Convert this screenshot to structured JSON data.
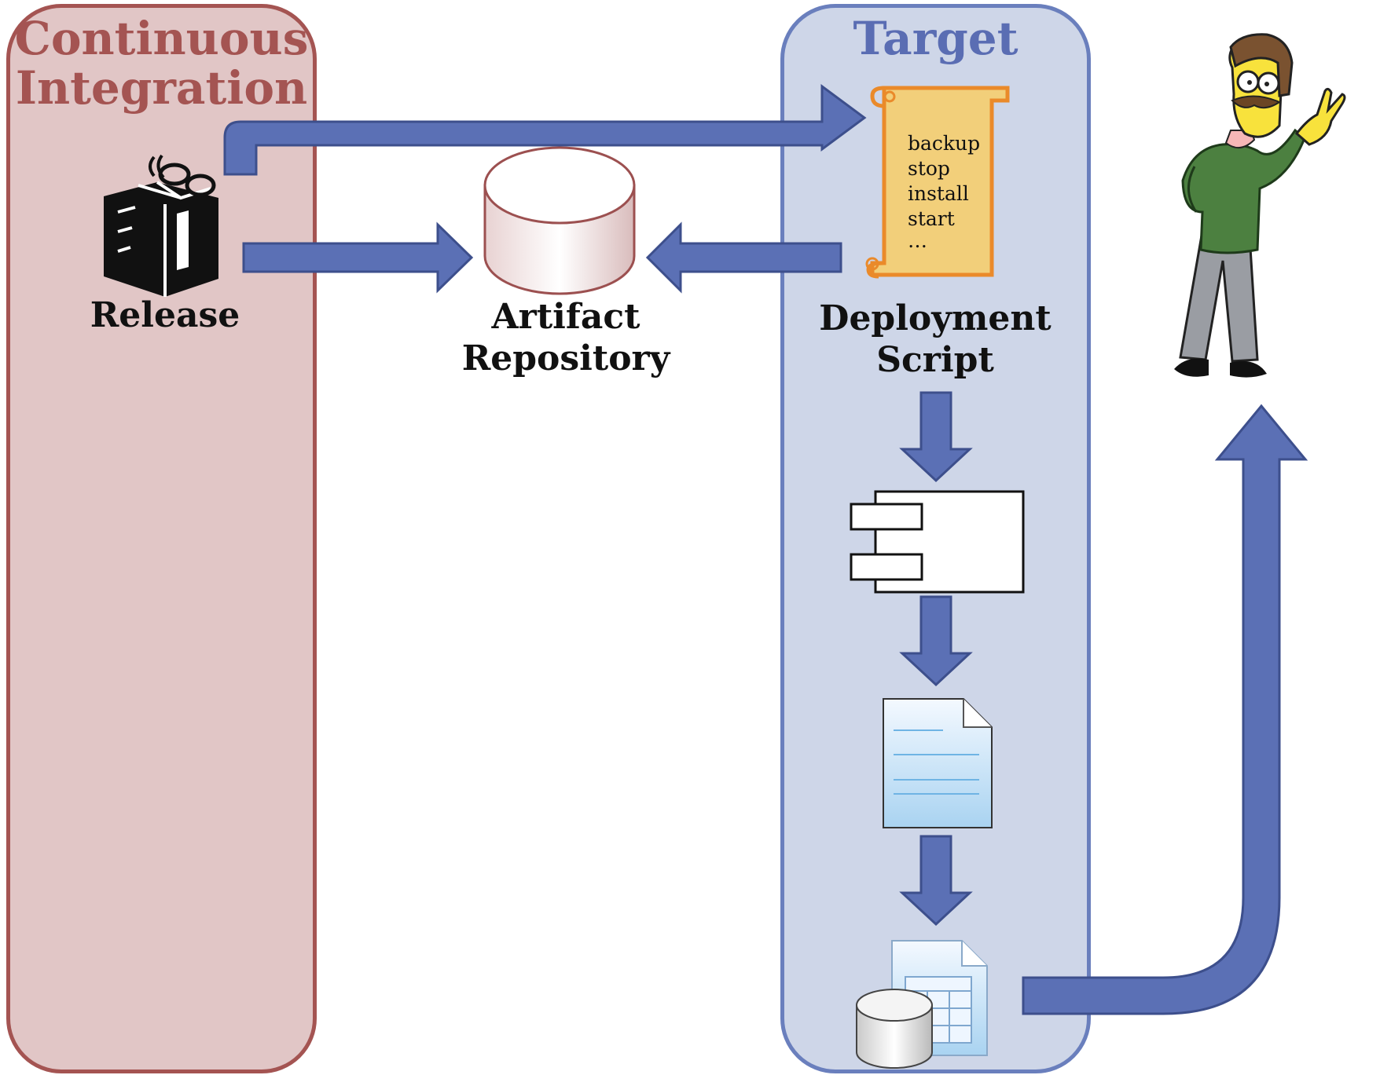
{
  "lanes": {
    "continuous_integration": {
      "title": "Continuous Integration"
    },
    "target": {
      "title": "Target"
    }
  },
  "nodes": {
    "release": {
      "label": "Release",
      "icon": "gift-box-icon"
    },
    "artifact_repository": {
      "label": "Artifact Repository",
      "icon": "database-cylinder-icon"
    },
    "deployment_script": {
      "label": "Deployment Script",
      "icon": "scroll-icon",
      "lines": [
        "backup",
        "stop",
        "install",
        "start",
        "…"
      ]
    },
    "component": {
      "icon": "uml-component-icon"
    },
    "config_file": {
      "icon": "document-icon"
    },
    "database": {
      "icon": "database-table-icon"
    },
    "user": {
      "icon": "waving-cartoon-man-icon"
    }
  },
  "colors": {
    "ci_fill": "#e1c6c6",
    "ci_border": "#a45452",
    "target_fill": "#ced6e8",
    "target_border": "#6a7fbd",
    "arrow_fill": "#5b70b5",
    "arrow_stroke": "#3d4f8c",
    "scroll_fill": "#f2cf7a",
    "scroll_stroke": "#ea8a2a"
  }
}
